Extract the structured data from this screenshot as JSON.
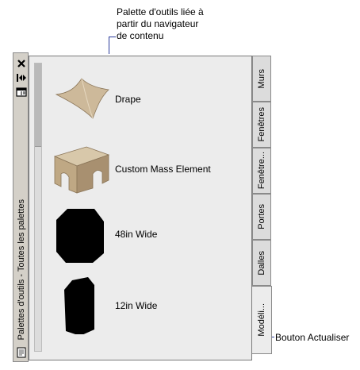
{
  "callouts": {
    "top_line1": "Palette d'outils liée à",
    "top_line2": "partir du navigateur",
    "top_line3": "de contenu",
    "refresh": "Bouton Actualiser"
  },
  "palette": {
    "title": "Palettes d'outils - Toutes les palettes",
    "tools": [
      {
        "label": "Drape",
        "icon": "drape-icon"
      },
      {
        "label": "Custom Mass Element",
        "icon": "mass-element-icon"
      },
      {
        "label": "48in Wide",
        "icon": "wide-block-icon"
      },
      {
        "label": "12in Wide",
        "icon": "narrow-block-icon"
      }
    ],
    "tabs": [
      "Murs",
      "Fenêtres",
      "Fenêtre...",
      "Portes",
      "Dalles",
      "Modéli..."
    ],
    "active_tab_index": 5
  },
  "colors": {
    "leader": "#2a3a9a",
    "panel": "#ececec",
    "frame": "#d4d0c8",
    "shape_tan": "#cdb99a"
  }
}
